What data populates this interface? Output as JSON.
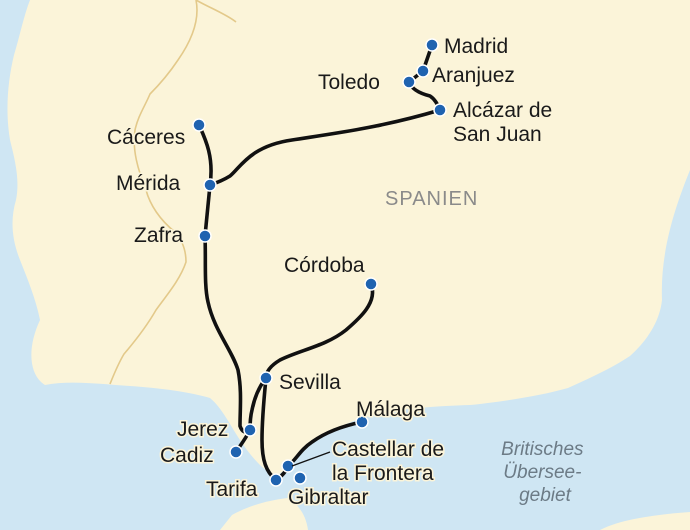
{
  "map": {
    "country": "SPANIEN",
    "territory_note": [
      "Britisches",
      "Übersee-",
      "gebiet"
    ],
    "colors": {
      "sea": "#cfe6f3",
      "land": "#fbf4d9",
      "border": "#e3c98a",
      "route": "#111111",
      "stop": "#1f63b0"
    },
    "stops": [
      {
        "id": "madrid",
        "name": "Madrid"
      },
      {
        "id": "aranjuez",
        "name": "Aranjuez"
      },
      {
        "id": "toledo",
        "name": "Toledo"
      },
      {
        "id": "alcazar",
        "name": [
          "Alcázar de",
          "San Juan"
        ]
      },
      {
        "id": "caceres",
        "name": "Cáceres"
      },
      {
        "id": "merida",
        "name": "Mérida"
      },
      {
        "id": "zafra",
        "name": "Zafra"
      },
      {
        "id": "cordoba",
        "name": "Córdoba"
      },
      {
        "id": "sevilla",
        "name": "Sevilla"
      },
      {
        "id": "jerez",
        "name": "Jerez"
      },
      {
        "id": "cadiz",
        "name": "Cadiz"
      },
      {
        "id": "malaga",
        "name": "Málaga"
      },
      {
        "id": "castellar",
        "name": [
          "Castellar de",
          "la Frontera"
        ]
      },
      {
        "id": "tarifa",
        "name": "Tarifa"
      },
      {
        "id": "gibraltar",
        "name": "Gibraltar"
      }
    ]
  }
}
